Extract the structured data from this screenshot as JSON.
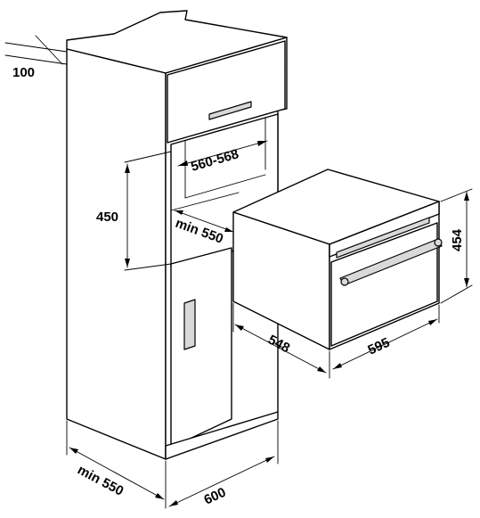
{
  "dimensions": {
    "top_offset": "100",
    "niche_width": "560-568",
    "niche_height": "450",
    "niche_depth": "min 550",
    "oven_height": "454",
    "oven_depth": "548",
    "oven_width": "595",
    "cabinet_depth": "min 550",
    "cabinet_width": "600"
  },
  "colors": {
    "line": "#000000",
    "background": "#ffffff"
  }
}
